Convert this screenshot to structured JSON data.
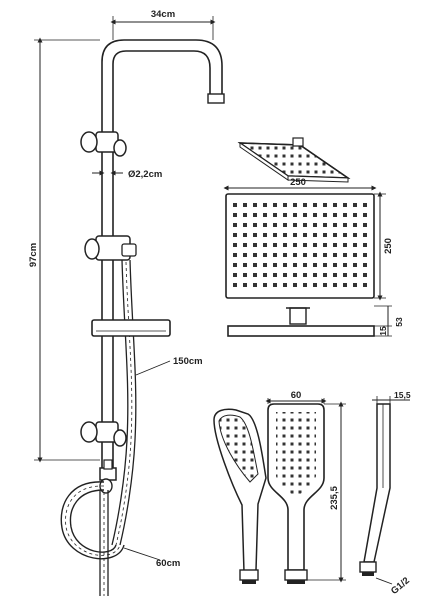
{
  "labels": {
    "top_width": "34cm",
    "pipe_diameter": "Ø2,2cm",
    "total_height": "97cm",
    "hose_length": "150cm",
    "hose_bottom_length": "60cm",
    "head_width": "250",
    "head_depth": "250",
    "head_height": "53",
    "head_thickness": "15",
    "hand_width": "60",
    "hand_length": "235,5",
    "hand_thickness": "15,5",
    "thread": "G1/2"
  }
}
